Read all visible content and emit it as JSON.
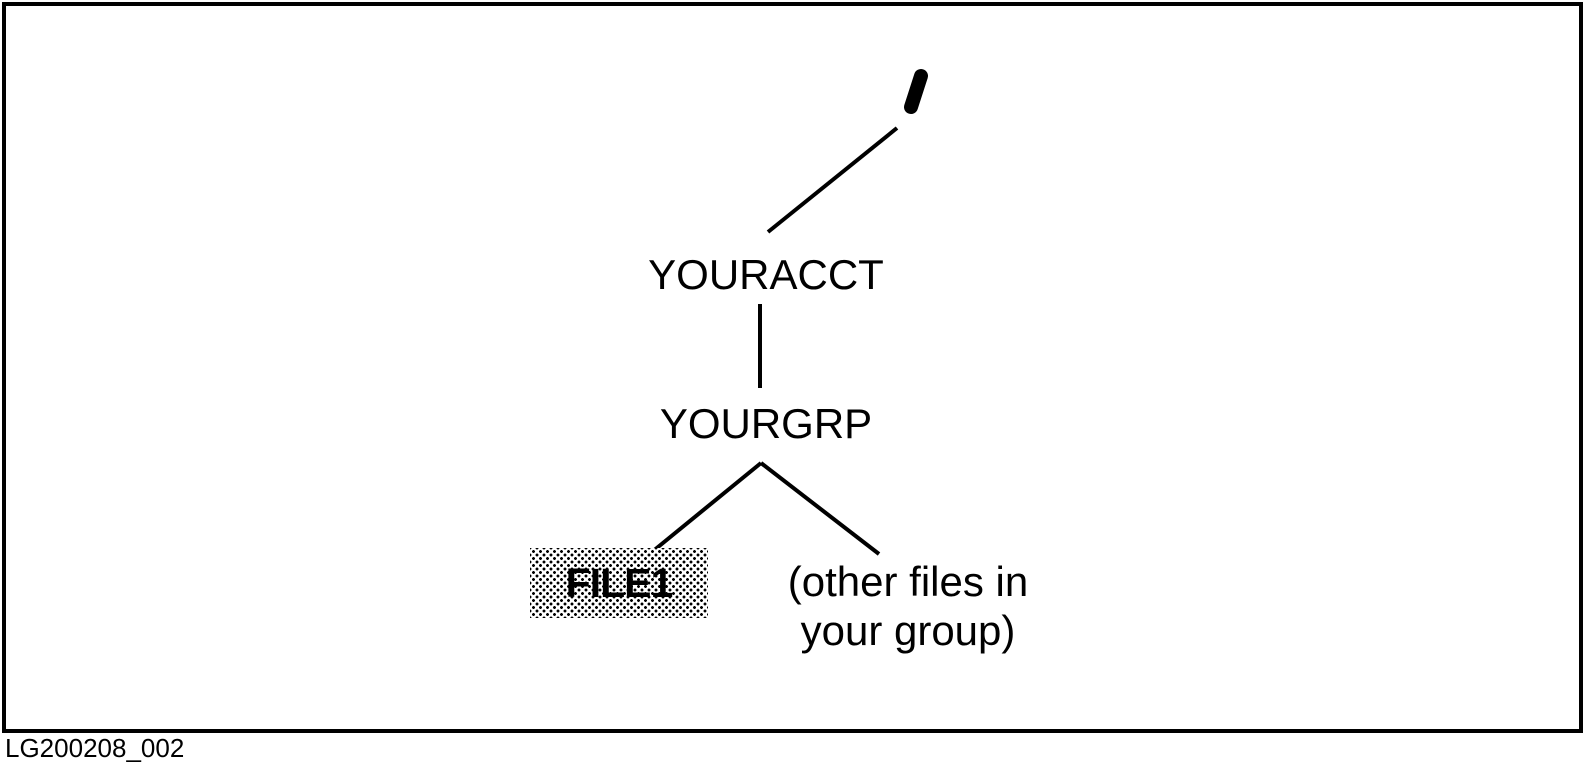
{
  "diagram": {
    "type": "file-hierarchy-tree",
    "root_symbol": "/",
    "nodes": {
      "account": {
        "label": "YOURACCT"
      },
      "group": {
        "label": "YOURGRP"
      },
      "file": {
        "label": "FILE1",
        "highlighted": true
      },
      "other_files": {
        "line1": "(other files in",
        "line2": "your group)"
      }
    },
    "edges": [
      "root-to-account",
      "account-to-group",
      "group-to-file",
      "group-to-other-files"
    ],
    "figure_id": "LG200208_002",
    "colors": {
      "foreground": "#000000",
      "background": "#ffffff",
      "file_box_fill": "halftone-dot-pattern"
    }
  }
}
